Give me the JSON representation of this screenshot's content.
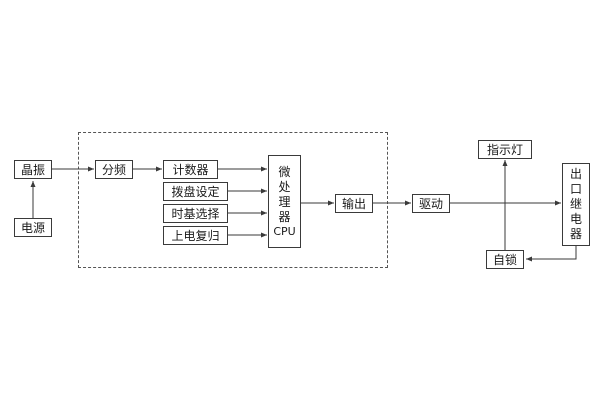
{
  "diagram": {
    "background": "#ffffff",
    "line_color": "#3a3a3a",
    "box_border_color": "#3a3a3a",
    "blocks": {
      "crystal": {
        "label": "晶振"
      },
      "power": {
        "label": "电源"
      },
      "freq_divider": {
        "label": "分频"
      },
      "counter": {
        "label": "计数器"
      },
      "dial_setting": {
        "label": "拨盘设定"
      },
      "timebase_select": {
        "label": "时基选择"
      },
      "power_on_reset": {
        "label": "上电复归"
      },
      "mcu": {
        "label": "微处理器",
        "sublabel": "CPU"
      },
      "output": {
        "label": "输出"
      },
      "drive": {
        "label": "驱动"
      },
      "indicator_lamp": {
        "label": "指示灯"
      },
      "outlet_relay": {
        "label": "出口继电器"
      },
      "self_lock": {
        "label": "自锁"
      }
    },
    "edges": [
      {
        "from": "电源",
        "to": "晶振"
      },
      {
        "from": "晶振",
        "to": "分频"
      },
      {
        "from": "分频",
        "to": "计数器"
      },
      {
        "from": "计数器",
        "to": "微处理器CPU"
      },
      {
        "from": "拨盘设定",
        "to": "微处理器CPU"
      },
      {
        "from": "时基选择",
        "to": "微处理器CPU"
      },
      {
        "from": "微处理器CPU",
        "to": "输出"
      },
      {
        "from": "上电复归",
        "to": "微处理器CPU"
      },
      {
        "from": "输出",
        "to": "驱动"
      },
      {
        "from": "驱动",
        "to": "出口继电器"
      },
      {
        "from": "驱动-出口继电器连线节点",
        "to": "指示灯"
      },
      {
        "from": "出口继电器",
        "to": "自锁"
      },
      {
        "from": "自锁",
        "to": "驱动-出口继电器连线节点"
      }
    ]
  }
}
